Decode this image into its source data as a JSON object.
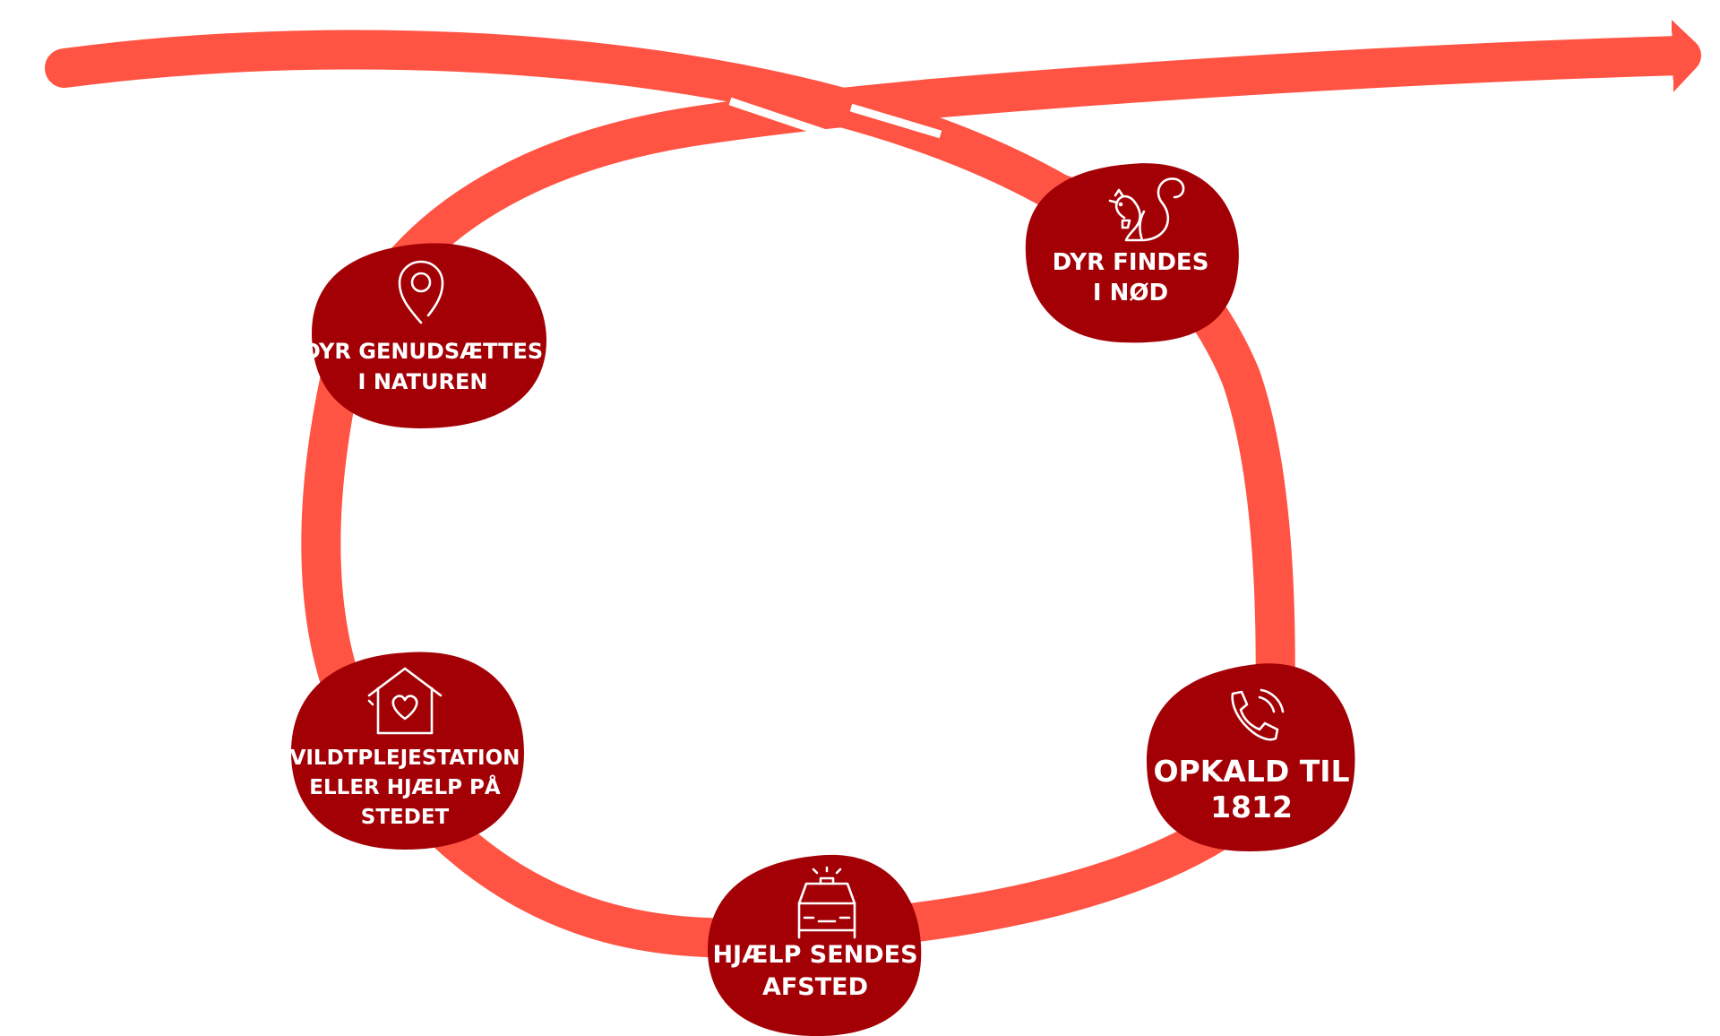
{
  "colors": {
    "path": "#ff5343",
    "node": "#a30006",
    "text": "#ffffff"
  },
  "nodes": [
    {
      "id": "dyr-findes",
      "icon": "squirrel-icon",
      "lines": [
        "DYR FINDES",
        "I NØD"
      ]
    },
    {
      "id": "opkald",
      "icon": "phone-icon",
      "lines": [
        "OPKALD TIL",
        "1812"
      ]
    },
    {
      "id": "hjaelp-sendes",
      "icon": "vehicle-icon",
      "lines": [
        "HJÆLP SENDES",
        "AFSTED"
      ]
    },
    {
      "id": "vildtplejestation",
      "icon": "house-heart-icon",
      "lines": [
        "VILDTPLEJESTATION",
        "ELLER HJÆLP PÅ",
        "STEDET"
      ]
    },
    {
      "id": "genudsaettes",
      "icon": "location-pin-icon",
      "lines": [
        "DYR GENUDSÆTTES",
        "I NATUREN"
      ]
    }
  ]
}
